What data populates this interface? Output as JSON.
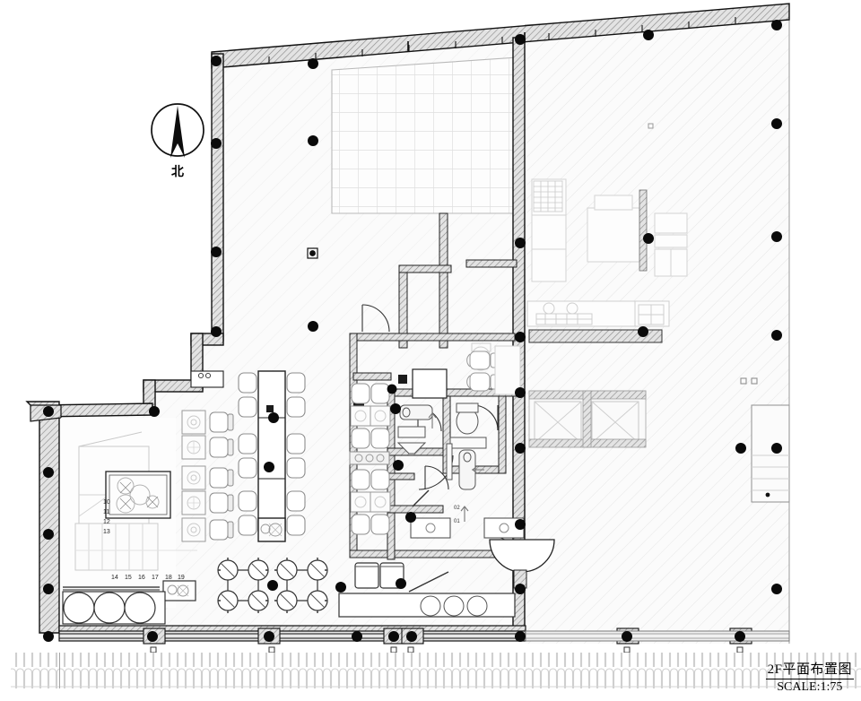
{
  "drawing": {
    "title": "2F平面布置图",
    "scale_label": "SCALE:1:75",
    "compass_label": "北",
    "compass_name": "north-arrow",
    "sheet_background": "#ffffff",
    "line_color": "#000000",
    "wall_fill": "#d9d9d9",
    "dim_gray": "#bfbfbf",
    "faded_area_color": "#f4f4f4"
  },
  "stair_left": {
    "name": "main-staircase",
    "vertical_tread_numbers": [
      "10",
      "11",
      "12",
      "13"
    ],
    "horizontal_tread_numbers": [
      "14",
      "15",
      "16",
      "17",
      "18",
      "19"
    ]
  },
  "door_tags": {
    "upper": "02",
    "lower": "01"
  },
  "rooms": [
    {
      "name": "tiled-lounge-upper",
      "label": ""
    },
    {
      "name": "main-hall",
      "label": ""
    },
    {
      "name": "dining-area",
      "label": ""
    },
    {
      "name": "bathroom-left",
      "label": ""
    },
    {
      "name": "bathroom-right",
      "label": ""
    },
    {
      "name": "corridor",
      "label": ""
    },
    {
      "name": "balcony-terrace",
      "label": ""
    },
    {
      "name": "adjacent-unit-faded",
      "label": ""
    }
  ],
  "furniture": {
    "long_dining_table_seats": 12,
    "round_tables": 2,
    "round_table_seats_each": 4,
    "side_tables": 5,
    "counter_stools": 3,
    "elevator_shafts": 2
  }
}
